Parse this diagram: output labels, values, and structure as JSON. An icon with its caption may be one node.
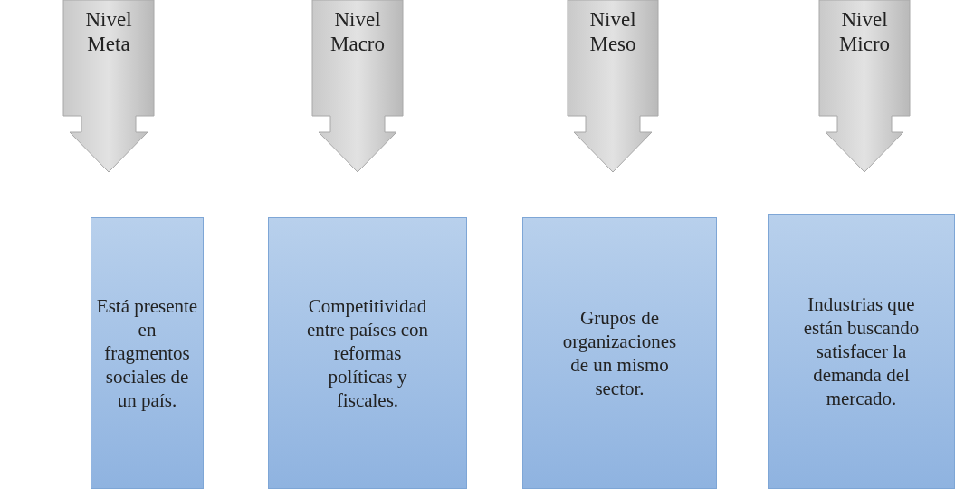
{
  "diagram": {
    "nodes": [
      {
        "text": [
          "Nivel Meta"
        ]
      },
      {
        "text": [
          "Nivel Macro"
        ]
      },
      {
        "text": [
          "Nivel Meso"
        ]
      },
      {
        "text": [
          "Nivel Micro"
        ]
      },
      {
        "text": [
          "Está presente en fragmentos sociales de un país."
        ]
      },
      {
        "text": [
          "Competitividad entre países con reformas políticas y fiscales."
        ]
      },
      {
        "text": [
          "Grupos de organizaciones de un mismo sector."
        ]
      },
      {
        "text": [
          "Industrias que están buscando satisfacer la demanda del mercado."
        ]
      }
    ]
  }
}
